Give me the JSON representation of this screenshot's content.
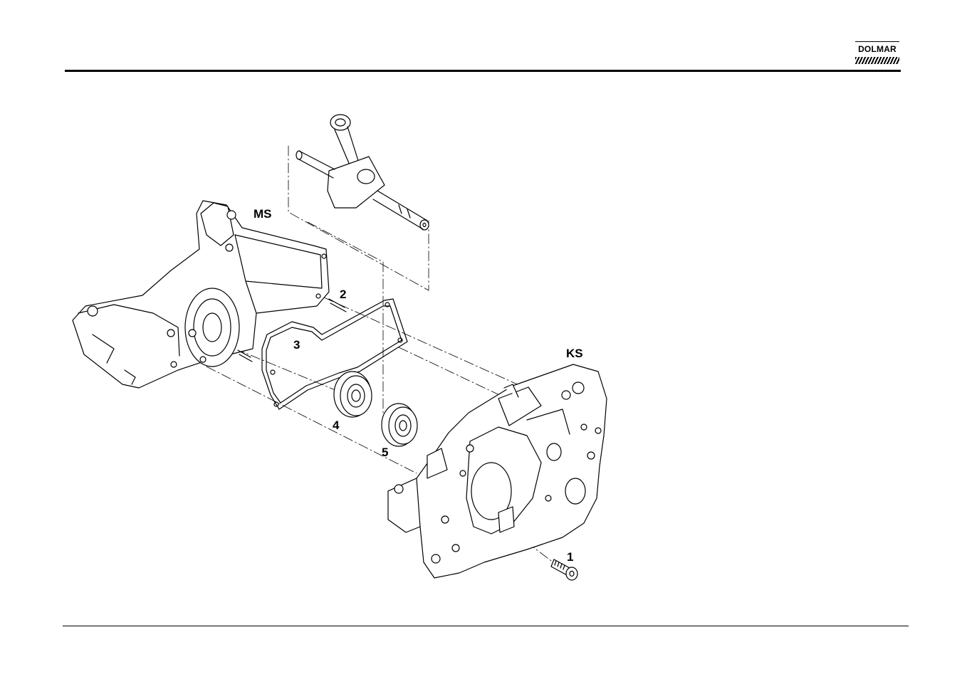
{
  "logo": {
    "text": "DOLMAR"
  },
  "labels": {
    "ms": "MS",
    "ks": "KS",
    "item1": "1",
    "item2": "2",
    "item3": "3",
    "item4": "4",
    "item5": "5"
  }
}
